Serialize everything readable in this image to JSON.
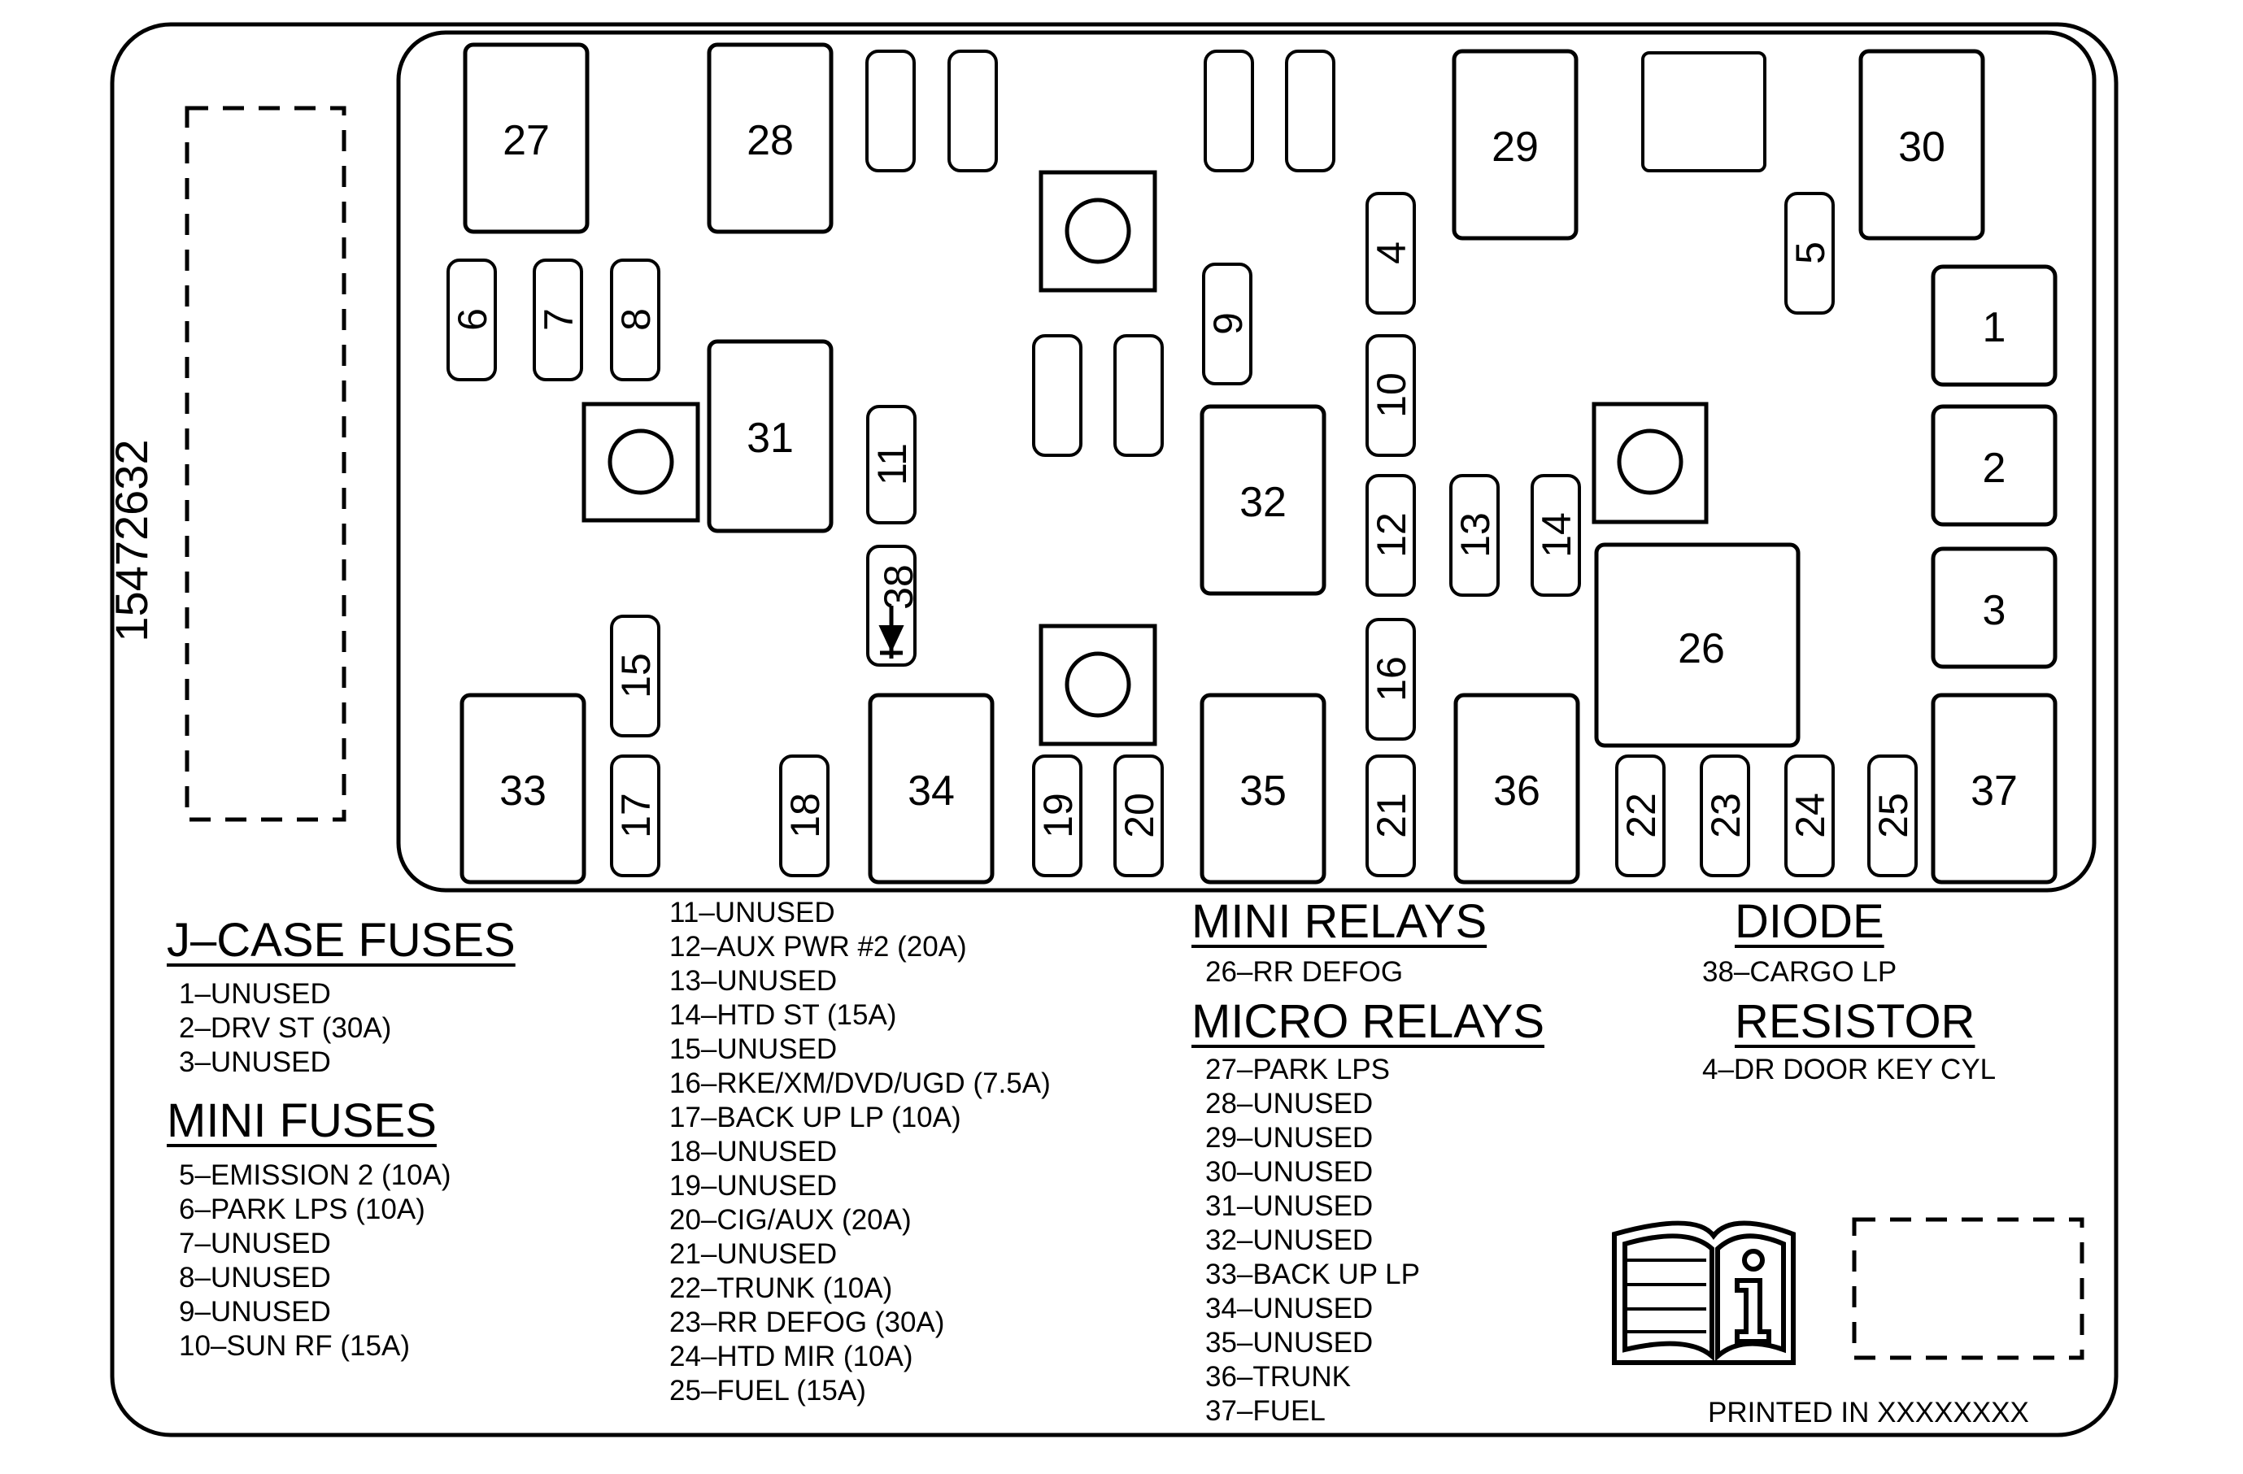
{
  "part_number": "15472632",
  "slots": [
    {
      "id": "27",
      "label": "27",
      "kind": "relay"
    },
    {
      "id": "28",
      "label": "28",
      "kind": "relay"
    },
    {
      "id": "29",
      "label": "29",
      "kind": "relay"
    },
    {
      "id": "30",
      "label": "30",
      "kind": "relay"
    },
    {
      "id": "31",
      "label": "31",
      "kind": "relay"
    },
    {
      "id": "32",
      "label": "32",
      "kind": "relay"
    },
    {
      "id": "26",
      "label": "26",
      "kind": "relay"
    },
    {
      "id": "33",
      "label": "33",
      "kind": "relay"
    },
    {
      "id": "34",
      "label": "34",
      "kind": "relay"
    },
    {
      "id": "35",
      "label": "35",
      "kind": "relay"
    },
    {
      "id": "36",
      "label": "36",
      "kind": "relay"
    },
    {
      "id": "37",
      "label": "37",
      "kind": "relay"
    },
    {
      "id": "1",
      "label": "1",
      "kind": "jcase"
    },
    {
      "id": "2",
      "label": "2",
      "kind": "jcase"
    },
    {
      "id": "3",
      "label": "3",
      "kind": "jcase"
    },
    {
      "id": "4",
      "label": "4",
      "kind": "resistor"
    },
    {
      "id": "5",
      "label": "5",
      "kind": "fuse"
    },
    {
      "id": "6",
      "label": "6",
      "kind": "fuse"
    },
    {
      "id": "7",
      "label": "7",
      "kind": "fuse"
    },
    {
      "id": "8",
      "label": "8",
      "kind": "fuse"
    },
    {
      "id": "9",
      "label": "9",
      "kind": "fuse"
    },
    {
      "id": "10",
      "label": "10",
      "kind": "fuse"
    },
    {
      "id": "11",
      "label": "11",
      "kind": "fuse"
    },
    {
      "id": "12",
      "label": "12",
      "kind": "fuse"
    },
    {
      "id": "13",
      "label": "13",
      "kind": "fuse"
    },
    {
      "id": "14",
      "label": "14",
      "kind": "fuse"
    },
    {
      "id": "15",
      "label": "15",
      "kind": "fuse"
    },
    {
      "id": "16",
      "label": "16",
      "kind": "fuse"
    },
    {
      "id": "17",
      "label": "17",
      "kind": "fuse"
    },
    {
      "id": "18",
      "label": "18",
      "kind": "fuse"
    },
    {
      "id": "19",
      "label": "19",
      "kind": "fuse"
    },
    {
      "id": "20",
      "label": "20",
      "kind": "fuse"
    },
    {
      "id": "21",
      "label": "21",
      "kind": "fuse"
    },
    {
      "id": "22",
      "label": "22",
      "kind": "fuse"
    },
    {
      "id": "23",
      "label": "23",
      "kind": "fuse"
    },
    {
      "id": "24",
      "label": "24",
      "kind": "fuse"
    },
    {
      "id": "25",
      "label": "25",
      "kind": "fuse"
    },
    {
      "id": "38",
      "label": "38",
      "kind": "diode"
    }
  ],
  "legend": {
    "jcase": {
      "title": "J–CASE FUSES",
      "items": [
        "1–UNUSED",
        "2–DRV ST (30A)",
        "3–UNUSED"
      ]
    },
    "mini_fuses": {
      "title": "MINI FUSES",
      "items": [
        "5–EMISSION 2 (10A)",
        "6–PARK LPS (10A)",
        "7–UNUSED",
        "8–UNUSED",
        "9–UNUSED",
        "10–SUN RF (15A)"
      ]
    },
    "mini_fuses_cont": {
      "items": [
        "11–UNUSED",
        "12–AUX PWR #2 (20A)",
        "13–UNUSED",
        "14–HTD ST (15A)",
        "15–UNUSED",
        "16–RKE/XM/DVD/UGD (7.5A)",
        "17–BACK UP LP (10A)",
        "18–UNUSED",
        "19–UNUSED",
        "20–CIG/AUX (20A)",
        "21–UNUSED",
        "22–TRUNK (10A)",
        "23–RR DEFOG (30A)",
        "24–HTD MIR (10A)",
        "25–FUEL (15A)"
      ]
    },
    "mini_relays": {
      "title": "MINI RELAYS",
      "items": [
        "26–RR DEFOG"
      ]
    },
    "micro_relays": {
      "title": "MICRO RELAYS",
      "items": [
        "27–PARK LPS",
        "28–UNUSED",
        "29–UNUSED",
        "30–UNUSED",
        "31–UNUSED",
        "32–UNUSED",
        "33–BACK UP LP",
        "34–UNUSED",
        "35–UNUSED",
        "36–TRUNK",
        "37–FUEL"
      ]
    },
    "diode": {
      "title": "DIODE",
      "items": [
        "38–CARGO LP"
      ]
    },
    "resistor": {
      "title": "RESISTOR",
      "items": [
        "4–DR DOOR KEY CYL"
      ]
    }
  },
  "footer": {
    "printed_in": "PRINTED IN XXXXXXXX"
  },
  "icons": {
    "manual": "owner-manual-info-icon"
  }
}
